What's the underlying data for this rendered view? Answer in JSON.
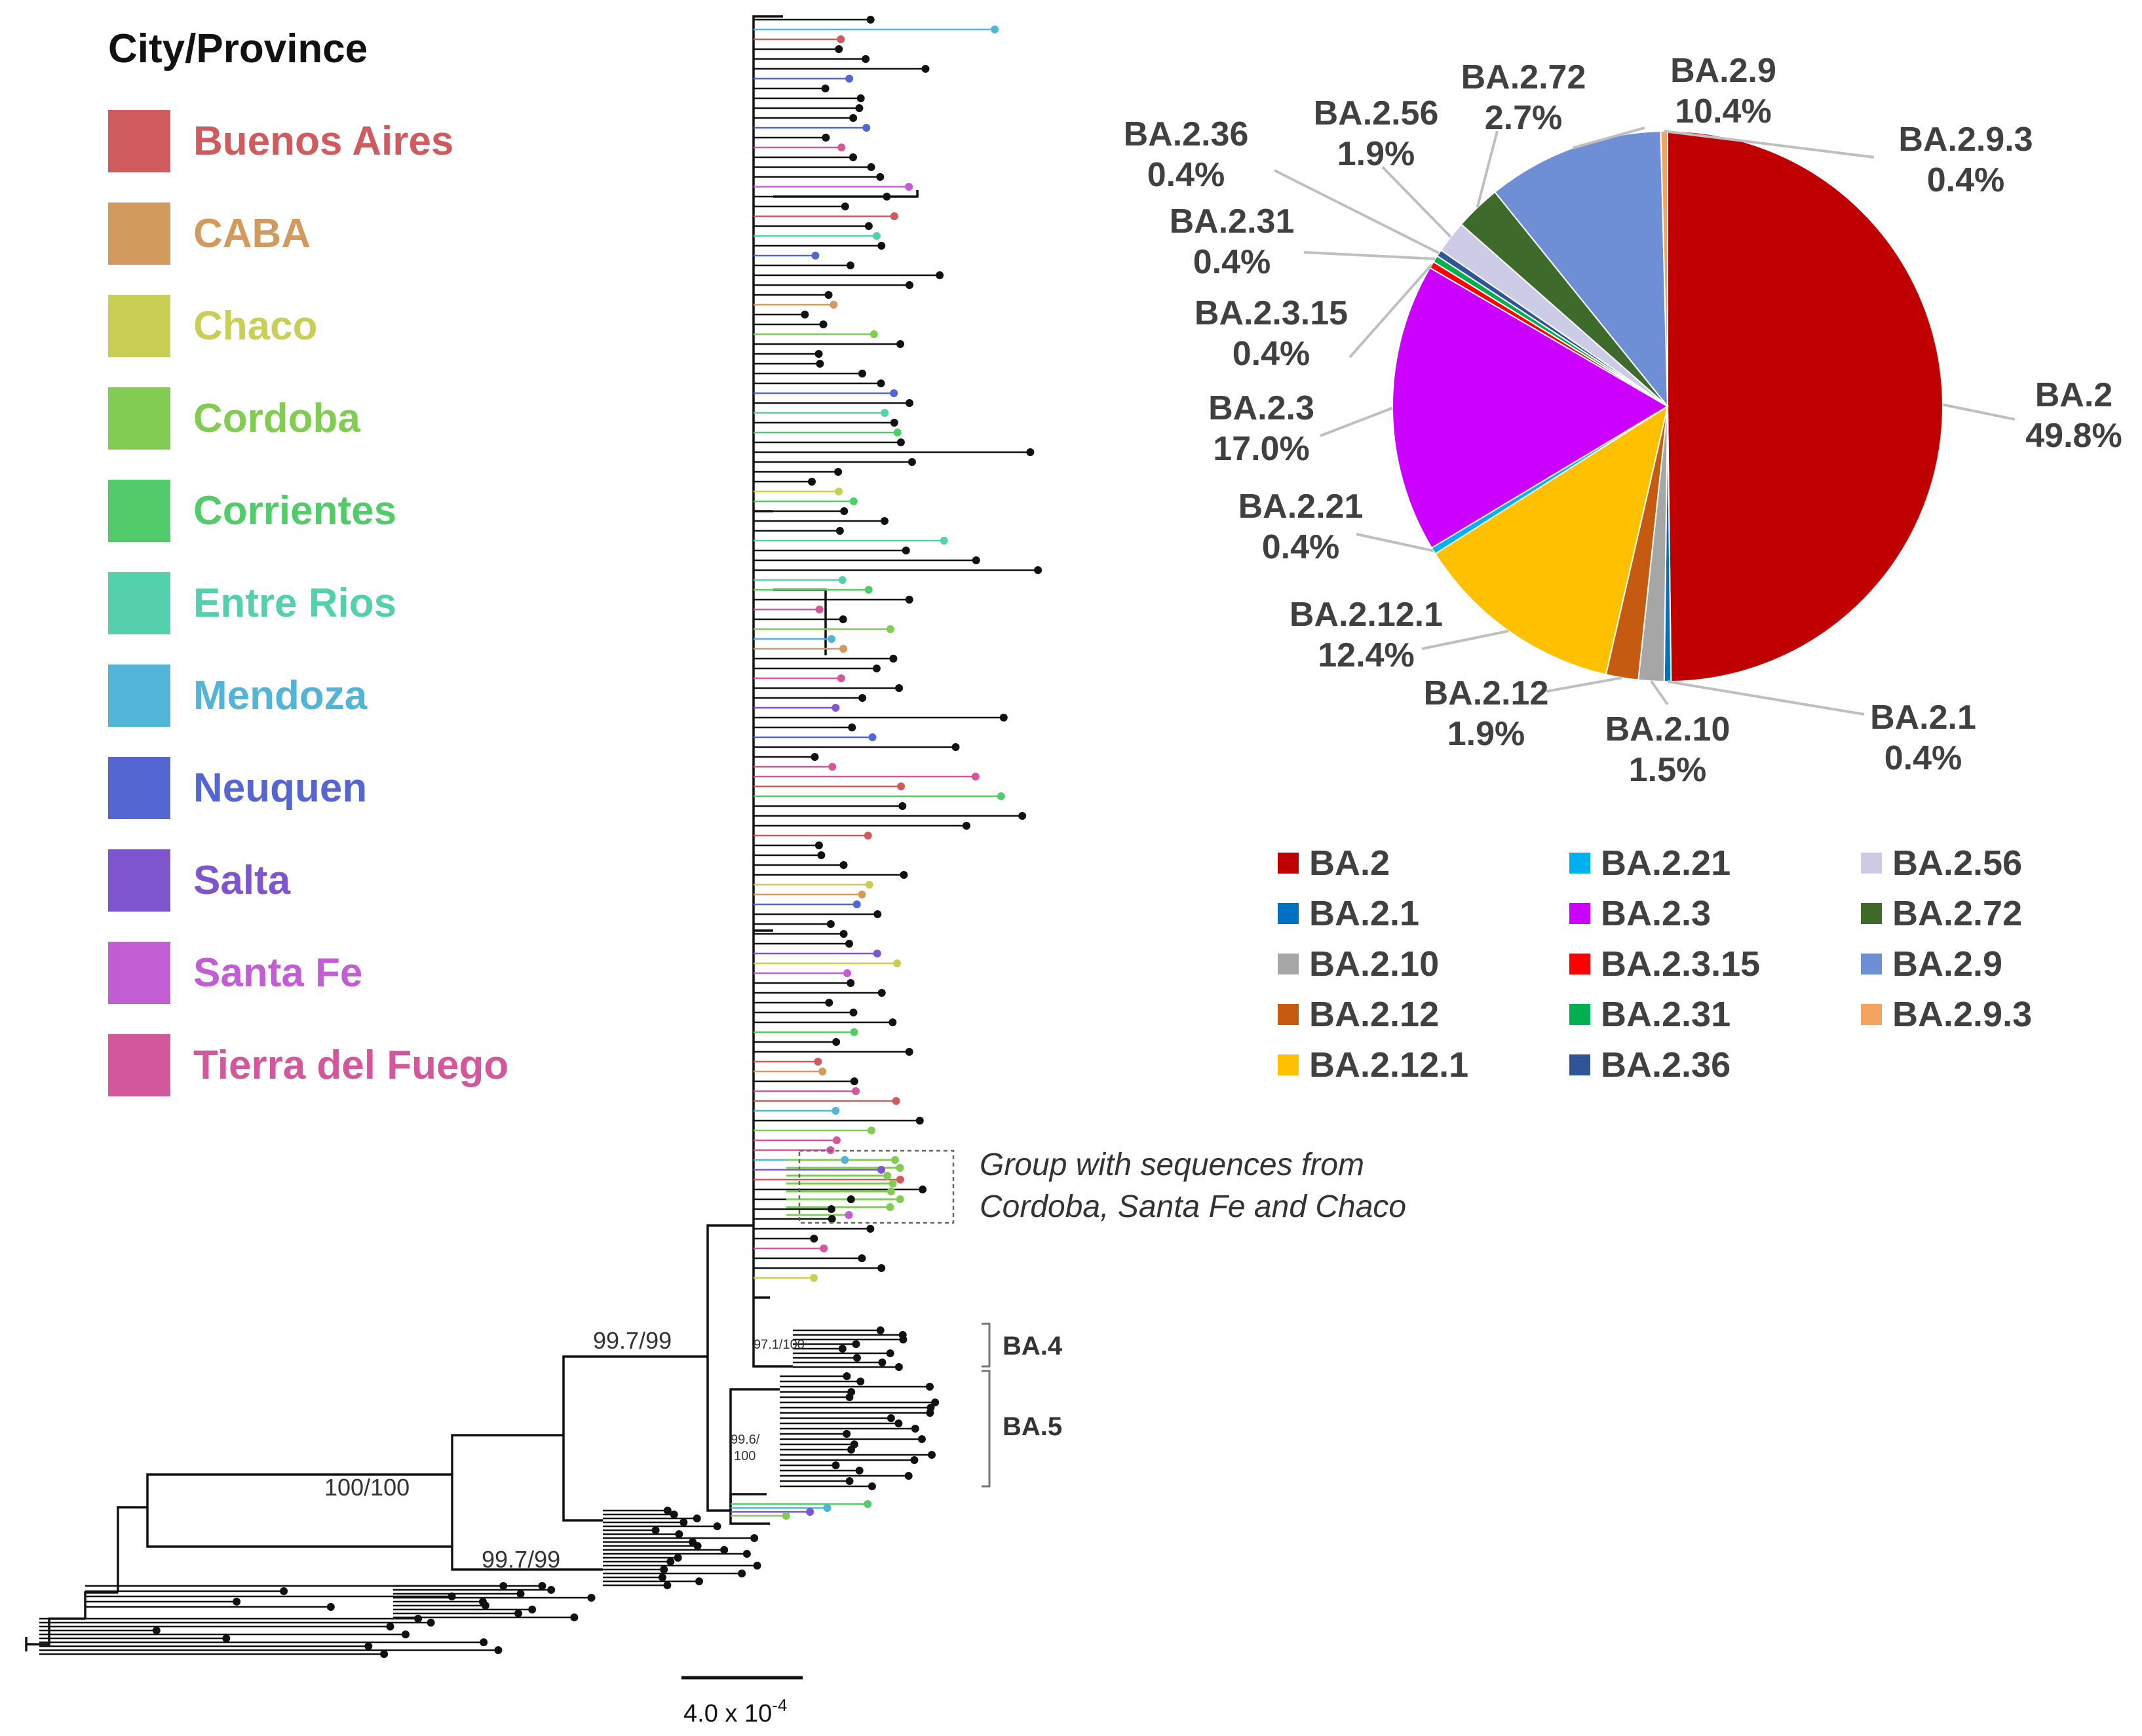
{
  "legend": {
    "title": "City/Province",
    "provinces": [
      {
        "name": "Buenos Aires",
        "color": "#D05B5E"
      },
      {
        "name": "CABA",
        "color": "#D39A5E"
      },
      {
        "name": "Chaco",
        "color": "#C9CF55"
      },
      {
        "name": "Cordoba",
        "color": "#82CC53"
      },
      {
        "name": "Corrientes",
        "color": "#52CC6A"
      },
      {
        "name": "Entre Rios",
        "color": "#54D1AC"
      },
      {
        "name": "Mendoza",
        "color": "#52B4D6"
      },
      {
        "name": "Neuquen",
        "color": "#5466D1"
      },
      {
        "name": "Salta",
        "color": "#7E55CE"
      },
      {
        "name": "Santa Fe",
        "color": "#C35DD3"
      },
      {
        "name": "Tierra del Fuego",
        "color": "#D2589B"
      }
    ]
  },
  "tree": {
    "supports": [
      "99.7/99",
      "100/100",
      "99.7/99"
    ],
    "small_supports": [
      "97.1/100",
      "99.6/",
      "100"
    ],
    "clades": [
      "BA.4",
      "BA.5"
    ],
    "annotation": [
      "Group with sequences from",
      "Cordoba, Santa Fe and Chaco"
    ],
    "scale_bar": {
      "mantissa": "4.0 x 10",
      "exponent": "-4"
    }
  },
  "chart_data": {
    "type": "pie",
    "slices": [
      {
        "name": "BA.2",
        "value": 49.8,
        "label": "49.8%",
        "color": "#C00000"
      },
      {
        "name": "BA.2.1",
        "value": 0.4,
        "label": "0.4%",
        "color": "#0070C0"
      },
      {
        "name": "BA.2.10",
        "value": 1.5,
        "label": "1.5%",
        "color": "#A6A6A6"
      },
      {
        "name": "BA.2.12",
        "value": 1.9,
        "label": "1.9%",
        "color": "#C55A11"
      },
      {
        "name": "BA.2.12.1",
        "value": 12.4,
        "label": "12.4%",
        "color": "#FFC000"
      },
      {
        "name": "BA.2.21",
        "value": 0.4,
        "label": "0.4%",
        "color": "#00B0F0"
      },
      {
        "name": "BA.2.3",
        "value": 17.0,
        "label": "17.0%",
        "color": "#CC00FF"
      },
      {
        "name": "BA.2.3.15",
        "value": 0.4,
        "label": "0.4%",
        "color": "#FF0000"
      },
      {
        "name": "BA.2.31",
        "value": 0.4,
        "label": "0.4%",
        "color": "#00B050"
      },
      {
        "name": "BA.2.36",
        "value": 0.4,
        "label": "0.4%",
        "color": "#2F5597"
      },
      {
        "name": "BA.2.56",
        "value": 1.9,
        "label": "1.9%",
        "color": "#CCCCE6"
      },
      {
        "name": "BA.2.72",
        "value": 2.7,
        "label": "2.7%",
        "color": "#3E6B2C"
      },
      {
        "name": "BA.2.9",
        "value": 10.4,
        "label": "10.4%",
        "color": "#6E8FD6"
      },
      {
        "name": "BA.2.9.3",
        "value": 0.4,
        "label": "0.4%",
        "color": "#F4A460"
      }
    ],
    "legend_order": [
      "BA.2",
      "BA.2.1",
      "BA.2.10",
      "BA.2.12",
      "BA.2.12.1",
      "BA.2.21",
      "BA.2.3",
      "BA.2.3.15",
      "BA.2.31",
      "BA.2.36",
      "BA.2.56",
      "BA.2.72",
      "BA.2.9",
      "BA.2.9.3"
    ],
    "legend_placement": "bottom"
  }
}
